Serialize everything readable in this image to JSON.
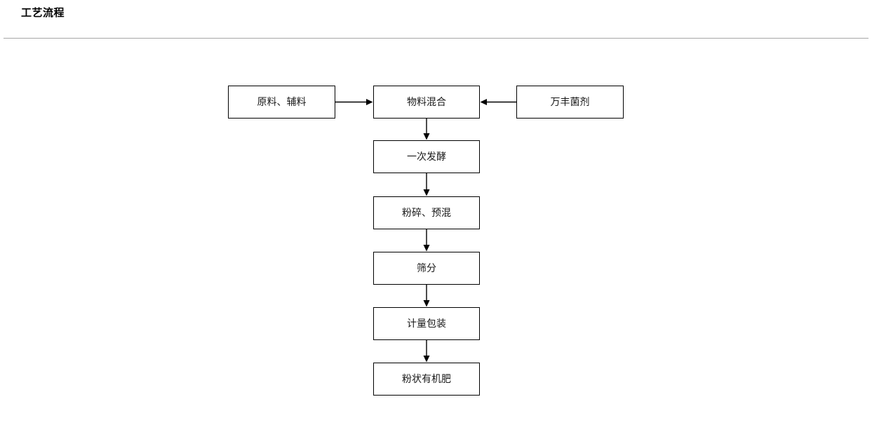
{
  "header": {
    "title": "工艺流程",
    "divider_color": "#a6a6a6"
  },
  "diagram": {
    "background_color": "#ffffff",
    "node_border_color": "#000000",
    "connector_color": "#000000",
    "nodes": [
      {
        "id": "raw",
        "label": "原料、辅料"
      },
      {
        "id": "mix",
        "label": "物料混合"
      },
      {
        "id": "agent",
        "label": "万丰菌剂"
      },
      {
        "id": "ferment",
        "label": "一次发酵"
      },
      {
        "id": "crush",
        "label": "粉碎、预混"
      },
      {
        "id": "sieve",
        "label": "筛分"
      },
      {
        "id": "package",
        "label": "计量包装"
      },
      {
        "id": "product",
        "label": "粉状有机肥"
      }
    ],
    "edges": [
      {
        "from": "raw",
        "to": "mix",
        "direction": "right"
      },
      {
        "from": "agent",
        "to": "mix",
        "direction": "left"
      },
      {
        "from": "mix",
        "to": "ferment",
        "direction": "down"
      },
      {
        "from": "ferment",
        "to": "crush",
        "direction": "down"
      },
      {
        "from": "crush",
        "to": "sieve",
        "direction": "down"
      },
      {
        "from": "sieve",
        "to": "package",
        "direction": "down"
      },
      {
        "from": "package",
        "to": "product",
        "direction": "down"
      }
    ]
  }
}
